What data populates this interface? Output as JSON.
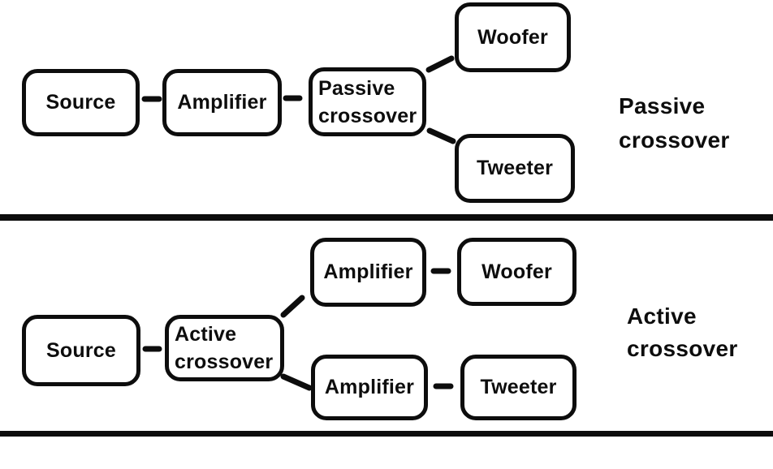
{
  "colors": {
    "ink": "#0d0d0d",
    "background": "#ffffff"
  },
  "passive_diagram": {
    "nodes": {
      "source": "Source",
      "amplifier": "Amplifier",
      "crossover": {
        "line1": "Passive",
        "line2": "crossover"
      },
      "woofer": "Woofer",
      "tweeter": "Tweeter"
    },
    "side_label": {
      "line1": "Passive",
      "line2": "crossover"
    },
    "connections": [
      "Source - Amplifier",
      "Amplifier - Passive crossover",
      "Passive crossover - Woofer",
      "Passive crossover - Tweeter"
    ]
  },
  "active_diagram": {
    "nodes": {
      "source": "Source",
      "crossover": {
        "line1": "Active",
        "line2": "crossover"
      },
      "amplifier_top": "Amplifier",
      "amplifier_bottom": "Amplifier",
      "woofer": "Woofer",
      "tweeter": "Tweeter"
    },
    "side_label": {
      "line1": "Active",
      "line2": "crossover"
    },
    "connections": [
      "Source - Active crossover",
      "Active crossover - Amplifier (top)",
      "Active crossover - Amplifier (bottom)",
      "Amplifier (top) - Woofer",
      "Amplifier (bottom) - Tweeter"
    ]
  }
}
